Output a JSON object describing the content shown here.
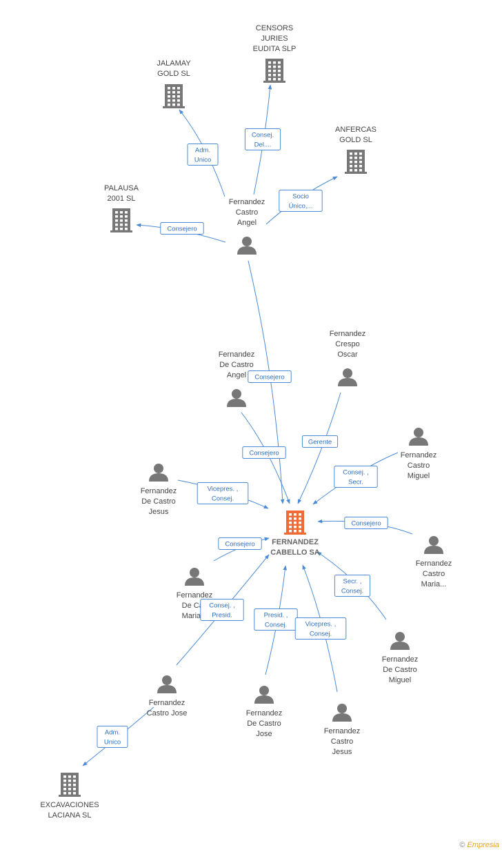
{
  "colors": {
    "company": "#777777",
    "person": "#777777",
    "focus": "#f06a35",
    "edge": "#4a8ad6"
  },
  "nodes": [
    {
      "id": "censors",
      "type": "company",
      "label": [
        "CENSORS",
        "JURIES",
        "EUDITA  SLP"
      ]
    },
    {
      "id": "jalamay",
      "type": "company",
      "label": [
        "JALAMAY",
        "GOLD  SL"
      ]
    },
    {
      "id": "anfercas",
      "type": "company",
      "label": [
        "ANFERCAS",
        "GOLD SL"
      ]
    },
    {
      "id": "palausa",
      "type": "company",
      "label": [
        "PALAUSA",
        "2001 SL"
      ]
    },
    {
      "id": "fc_angel",
      "type": "person",
      "label": [
        "Fernandez",
        "Castro",
        "Angel"
      ]
    },
    {
      "id": "fdc_angel",
      "type": "person",
      "label": [
        "Fernandez",
        "De Castro",
        "Angel"
      ]
    },
    {
      "id": "fc_oscar",
      "type": "person",
      "label": [
        "Fernandez",
        "Crespo",
        "Oscar"
      ]
    },
    {
      "id": "fc_miguel",
      "type": "person",
      "label": [
        "Fernandez",
        "Castro",
        "Miguel"
      ]
    },
    {
      "id": "fdc_jesus",
      "type": "person",
      "label": [
        "Fernandez",
        "De Castro",
        "Jesus"
      ]
    },
    {
      "id": "focus",
      "type": "focus",
      "label": [
        "FERNANDEZ",
        "CABELLO SA"
      ]
    },
    {
      "id": "fc_maria",
      "type": "person",
      "label": [
        "Fernandez",
        "Castro",
        "Maria..."
      ]
    },
    {
      "id": "fdc_maria",
      "type": "person",
      "label": [
        "Fernandez",
        "De Cas",
        "Maria..."
      ]
    },
    {
      "id": "fdc_miguel",
      "type": "person",
      "label": [
        "Fernandez",
        "De Castro",
        "Miguel"
      ]
    },
    {
      "id": "fc_jose",
      "type": "person",
      "label": [
        "Fernandez",
        "Castro Jose"
      ]
    },
    {
      "id": "fdc_jose",
      "type": "person",
      "label": [
        "Fernandez",
        "De Castro",
        "Jose"
      ]
    },
    {
      "id": "fc_jesus",
      "type": "person",
      "label": [
        "Fernandez",
        "Castro",
        "Jesus"
      ]
    },
    {
      "id": "excavaciones",
      "type": "company",
      "label": [
        "EXCAVACIONES",
        "LACIANA SL"
      ]
    }
  ],
  "edges": [
    {
      "from": "fc_angel",
      "to": "censors",
      "label": [
        "Consej.",
        "Del...."
      ]
    },
    {
      "from": "fc_angel",
      "to": "jalamay",
      "label": [
        "Adm.",
        "Unico"
      ]
    },
    {
      "from": "fc_angel",
      "to": "anfercas",
      "label": [
        "Socio",
        "Único,..."
      ]
    },
    {
      "from": "fc_angel",
      "to": "palausa",
      "label": [
        "Consejero"
      ]
    },
    {
      "from": "fc_angel",
      "to": "focus",
      "label": [
        "Consejero"
      ]
    },
    {
      "from": "fdc_angel",
      "to": "focus",
      "label": [
        "Consejero"
      ]
    },
    {
      "from": "fc_oscar",
      "to": "focus",
      "label": [
        "Gerente"
      ]
    },
    {
      "from": "fc_miguel",
      "to": "focus",
      "label": [
        "Consej. ,",
        "Secr."
      ]
    },
    {
      "from": "fdc_jesus",
      "to": "focus",
      "label": [
        "Vicepres. ,",
        "Consej."
      ]
    },
    {
      "from": "fc_maria",
      "to": "focus",
      "label": [
        "Consejero"
      ]
    },
    {
      "from": "fdc_maria",
      "to": "focus",
      "label": [
        "Consejero"
      ]
    },
    {
      "from": "fdc_miguel",
      "to": "focus",
      "label": [
        "Secr. ,",
        "Consej."
      ]
    },
    {
      "from": "fc_jose",
      "to": "focus",
      "label": [
        "Consej. ,",
        "Presid."
      ]
    },
    {
      "from": "fdc_jose",
      "to": "focus",
      "label": [
        "Presid. ,",
        "Consej."
      ]
    },
    {
      "from": "fc_jesus",
      "to": "focus",
      "label": [
        "Vicepres. ,",
        "Consej."
      ]
    },
    {
      "from": "fc_jose",
      "to": "excavaciones",
      "label": [
        "Adm.",
        "Unico"
      ]
    }
  ],
  "footer": {
    "copyright": "©",
    "brand": "Empresia"
  }
}
